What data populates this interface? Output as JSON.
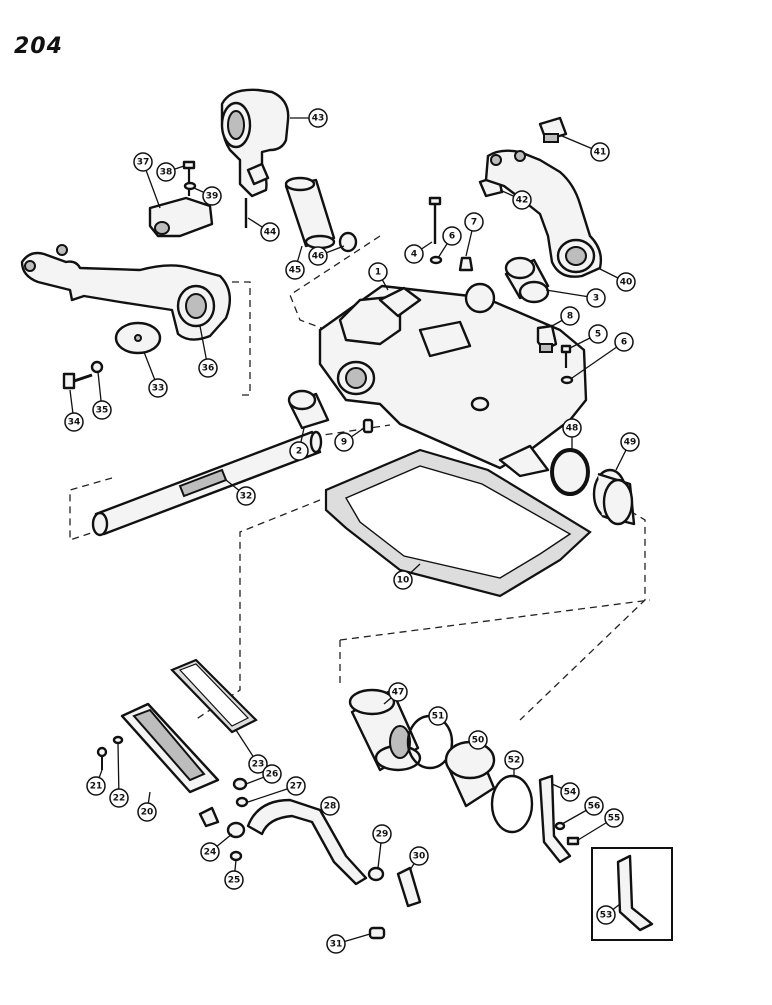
{
  "page": {
    "number": "204"
  },
  "callouts": [
    {
      "id": "43",
      "label": "43"
    },
    {
      "id": "37",
      "label": "37"
    },
    {
      "id": "38",
      "label": "38"
    },
    {
      "id": "39",
      "label": "39"
    },
    {
      "id": "44",
      "label": "44"
    },
    {
      "id": "45",
      "label": "45"
    },
    {
      "id": "46",
      "label": "46"
    },
    {
      "id": "41",
      "label": "41"
    },
    {
      "id": "42",
      "label": "42"
    },
    {
      "id": "4",
      "label": "4"
    },
    {
      "id": "6a",
      "label": "6"
    },
    {
      "id": "7",
      "label": "7"
    },
    {
      "id": "40",
      "label": "40"
    },
    {
      "id": "1",
      "label": "1"
    },
    {
      "id": "3",
      "label": "3"
    },
    {
      "id": "8",
      "label": "8"
    },
    {
      "id": "5",
      "label": "5"
    },
    {
      "id": "6b",
      "label": "6"
    },
    {
      "id": "36",
      "label": "36"
    },
    {
      "id": "33",
      "label": "33"
    },
    {
      "id": "35",
      "label": "35"
    },
    {
      "id": "34",
      "label": "34"
    },
    {
      "id": "2",
      "label": "2"
    },
    {
      "id": "9",
      "label": "9"
    },
    {
      "id": "48",
      "label": "48"
    },
    {
      "id": "49",
      "label": "49"
    },
    {
      "id": "32",
      "label": "32"
    },
    {
      "id": "10",
      "label": "10"
    },
    {
      "id": "47",
      "label": "47"
    },
    {
      "id": "51",
      "label": "51"
    },
    {
      "id": "50",
      "label": "50"
    },
    {
      "id": "52",
      "label": "52"
    },
    {
      "id": "23",
      "label": "23"
    },
    {
      "id": "26",
      "label": "26"
    },
    {
      "id": "27",
      "label": "27"
    },
    {
      "id": "21",
      "label": "21"
    },
    {
      "id": "22",
      "label": "22"
    },
    {
      "id": "20",
      "label": "20"
    },
    {
      "id": "28",
      "label": "28"
    },
    {
      "id": "24",
      "label": "24"
    },
    {
      "id": "25",
      "label": "25"
    },
    {
      "id": "29",
      "label": "29"
    },
    {
      "id": "30",
      "label": "30"
    },
    {
      "id": "31",
      "label": "31"
    },
    {
      "id": "54",
      "label": "54"
    },
    {
      "id": "56",
      "label": "56"
    },
    {
      "id": "55",
      "label": "55"
    },
    {
      "id": "53",
      "label": "53"
    }
  ]
}
